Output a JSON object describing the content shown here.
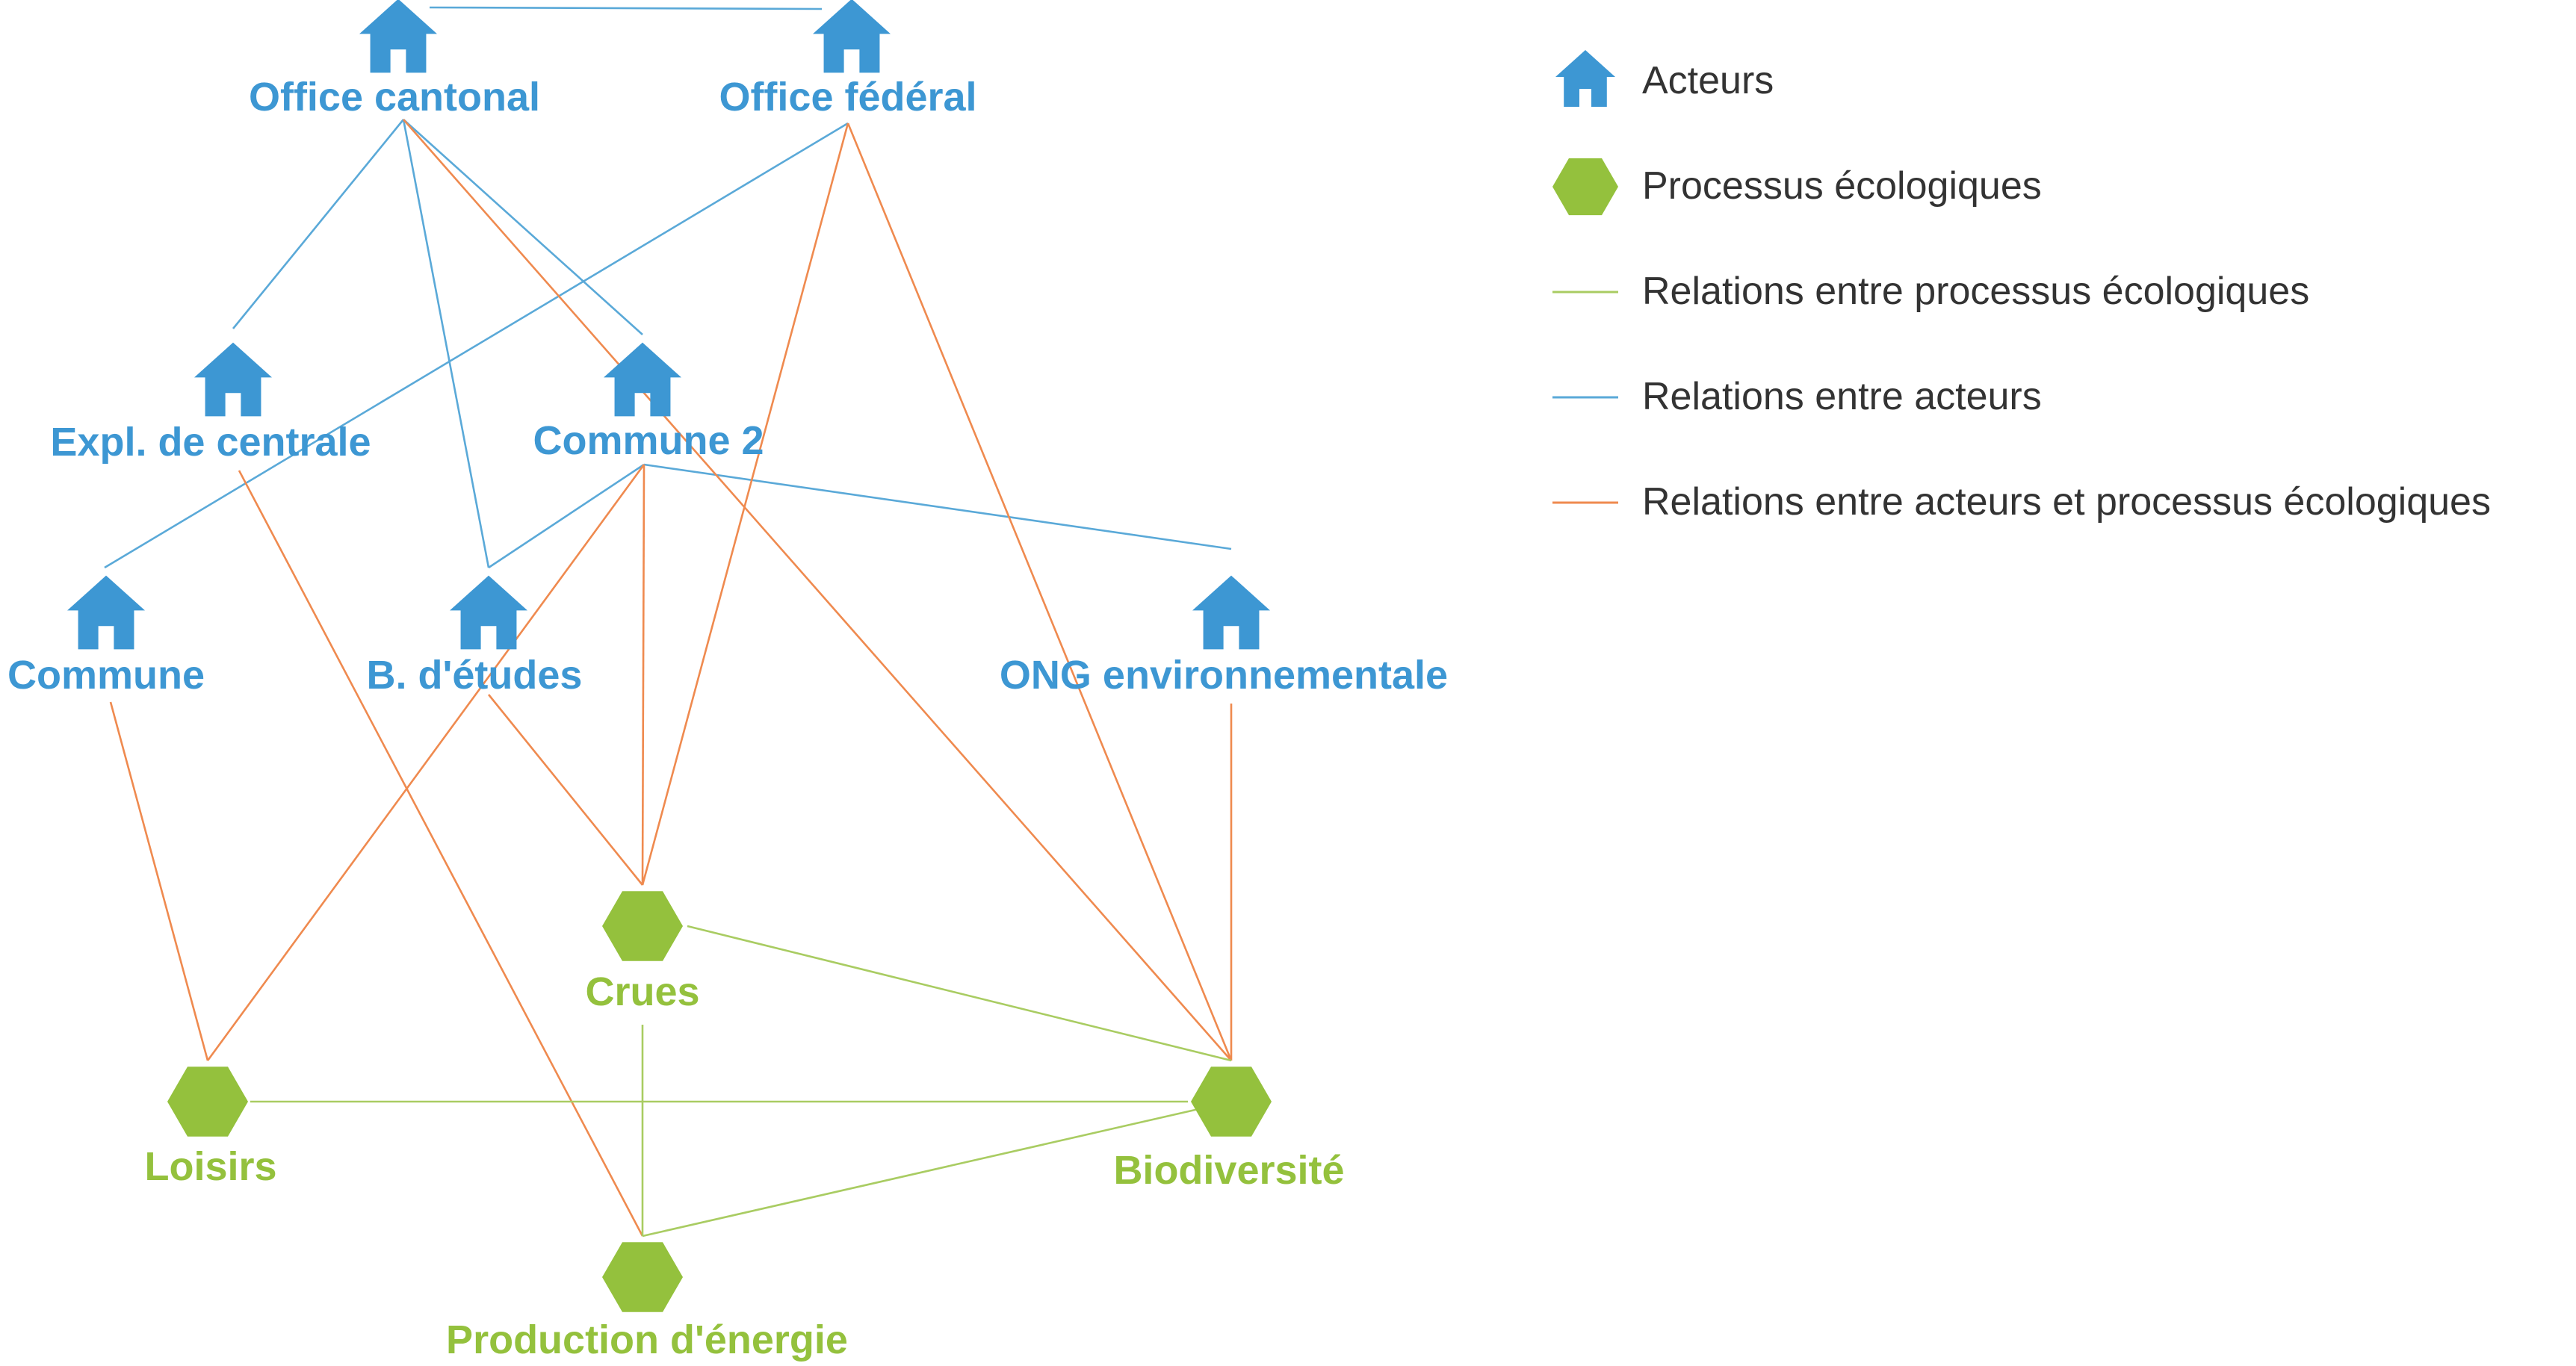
{
  "colors": {
    "actor": "#3d97d3",
    "process": "#94c13d",
    "actor_actor": "#5aa9d8",
    "process_process": "#a9cc62",
    "actor_process": "#ef8a4f"
  },
  "actors": [
    {
      "id": "cantonal",
      "label": "Office cantonal",
      "icon": "house-icon"
    },
    {
      "id": "federal",
      "label": "Office fédéral",
      "icon": "house-icon"
    },
    {
      "id": "expl",
      "label": "Expl. de centrale",
      "icon": "house-icon"
    },
    {
      "id": "commune2",
      "label": "Commune 2",
      "icon": "house-icon"
    },
    {
      "id": "commune",
      "label": "Commune",
      "icon": "house-icon"
    },
    {
      "id": "bureau",
      "label": "B. d'études",
      "icon": "house-icon"
    },
    {
      "id": "ong",
      "label": "ONG environnementale",
      "icon": "house-icon"
    }
  ],
  "processes": [
    {
      "id": "crues",
      "label": "Crues",
      "icon": "hexagon-icon"
    },
    {
      "id": "loisirs",
      "label": "Loisirs",
      "icon": "hexagon-icon"
    },
    {
      "id": "biodiv",
      "label": "Biodiversité",
      "icon": "hexagon-icon"
    },
    {
      "id": "energie",
      "label": "Production d'énergie",
      "icon": "hexagon-icon"
    }
  ],
  "edges": [
    {
      "from": "cantonal",
      "to": "federal",
      "type": "actor_actor"
    },
    {
      "from": "cantonal",
      "to": "expl",
      "type": "actor_actor"
    },
    {
      "from": "cantonal",
      "to": "commune2",
      "type": "actor_actor"
    },
    {
      "from": "cantonal",
      "to": "bureau",
      "type": "actor_actor"
    },
    {
      "from": "federal",
      "to": "commune",
      "type": "actor_actor"
    },
    {
      "from": "commune2",
      "to": "bureau",
      "type": "actor_actor"
    },
    {
      "from": "commune2",
      "to": "ong",
      "type": "actor_actor"
    },
    {
      "from": "cantonal",
      "to": "biodiv",
      "type": "actor_process"
    },
    {
      "from": "federal",
      "to": "crues",
      "type": "actor_process"
    },
    {
      "from": "federal",
      "to": "biodiv",
      "type": "actor_process"
    },
    {
      "from": "expl",
      "to": "energie",
      "type": "actor_process"
    },
    {
      "from": "commune2",
      "to": "crues",
      "type": "actor_process"
    },
    {
      "from": "commune2",
      "to": "loisirs",
      "type": "actor_process"
    },
    {
      "from": "commune",
      "to": "loisirs",
      "type": "actor_process"
    },
    {
      "from": "bureau",
      "to": "crues",
      "type": "actor_process"
    },
    {
      "from": "ong",
      "to": "biodiv",
      "type": "actor_process"
    },
    {
      "from": "crues",
      "to": "biodiv",
      "type": "process_process"
    },
    {
      "from": "crues",
      "to": "energie",
      "type": "process_process"
    },
    {
      "from": "loisirs",
      "to": "biodiv",
      "type": "process_process"
    },
    {
      "from": "energie",
      "to": "biodiv",
      "type": "process_process"
    }
  ],
  "legend": {
    "items": [
      {
        "label": "Acteurs",
        "symbol": "house-icon",
        "type": "actor"
      },
      {
        "label": "Processus écologiques",
        "symbol": "hexagon-icon",
        "type": "process"
      },
      {
        "label": "Relations entre processus écologiques",
        "symbol": "line",
        "type": "process_process"
      },
      {
        "label": "Relations entre acteurs",
        "symbol": "line",
        "type": "actor_actor"
      },
      {
        "label": "Relations entre acteurs et processus écologiques",
        "symbol": "line",
        "type": "actor_process"
      }
    ]
  }
}
